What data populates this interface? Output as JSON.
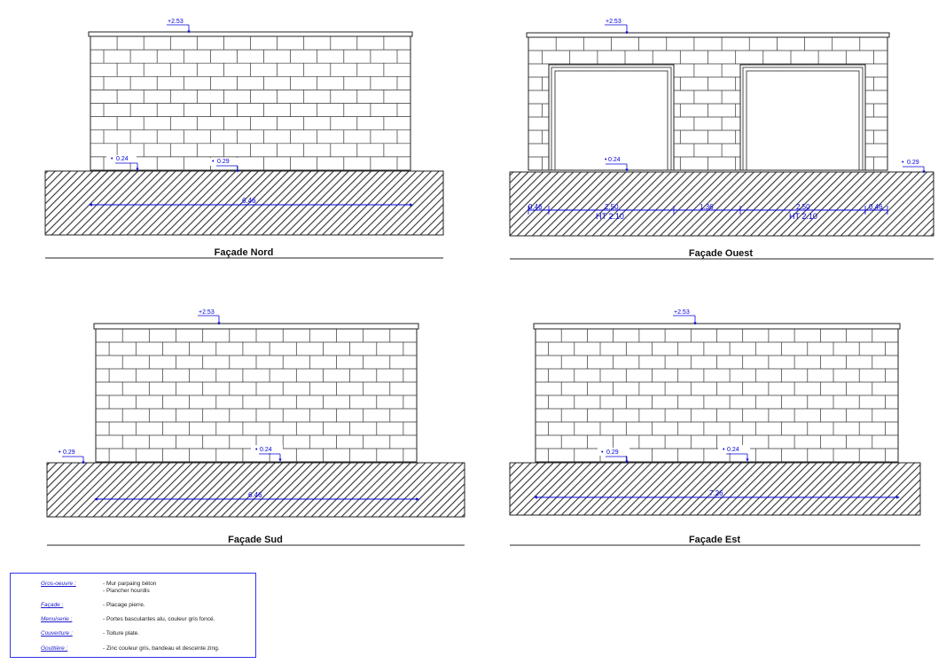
{
  "facades": [
    {
      "id": "nord",
      "title": "Façade Nord",
      "level_top": "+2.53",
      "levels": [
        "0.24",
        "0.29"
      ],
      "width_dim": "6.46"
    },
    {
      "id": "ouest",
      "title": "Façade Ouest",
      "level_top": "+2.53",
      "levels": [
        "0.24",
        "0.29"
      ],
      "dims": [
        "0.46",
        "2.50",
        "1.36",
        "2.50",
        "0.46"
      ],
      "door_heights": [
        "HT 2.10",
        "HT 2.10"
      ]
    },
    {
      "id": "sud",
      "title": "Façade Sud",
      "level_top": "+2.53",
      "levels": [
        "0.29",
        "0.24"
      ],
      "width_dim": "6.46"
    },
    {
      "id": "est",
      "title": "Façade Est",
      "level_top": "+2.53",
      "levels": [
        "0.29",
        "0.24"
      ],
      "width_dim": "7.26"
    }
  ],
  "legend": [
    {
      "label": "Gros-oeuvre :",
      "text": "- Mur parpaing béton\n- Plancher hourdis"
    },
    {
      "label": "Façade :",
      "text": "- Placage pierre."
    },
    {
      "label": "Menuiserie :",
      "text": "- Portes basculantes alu, couleur gris foncé."
    },
    {
      "label": "Couverture :",
      "text": "- Toiture plate."
    },
    {
      "label": "Gouttière :",
      "text": "- Zinc couleur gris, bandeau et descente zing."
    }
  ],
  "colors": {
    "dimension": "#0000dd",
    "line": "#222222",
    "legend_border": "#3333ee"
  }
}
